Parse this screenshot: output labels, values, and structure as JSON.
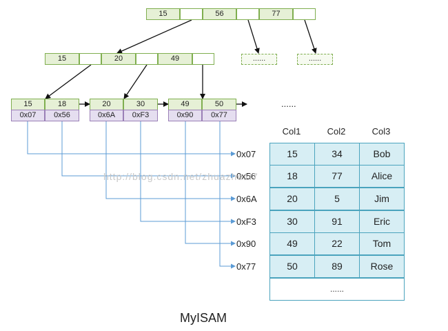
{
  "root": {
    "keys": [
      "15",
      "56",
      "77"
    ]
  },
  "level2": {
    "keys": [
      "15",
      "20",
      "49"
    ]
  },
  "placeholders": [
    "......",
    "......"
  ],
  "leaves": [
    {
      "keys": [
        "15",
        "18"
      ],
      "addrs": [
        "0x07",
        "0x56"
      ]
    },
    {
      "keys": [
        "20",
        "30"
      ],
      "addrs": [
        "0x6A",
        "0xF3"
      ]
    },
    {
      "keys": [
        "49",
        "50"
      ],
      "addrs": [
        "0x90",
        "0x77"
      ]
    }
  ],
  "leaf_ellipsis": "......",
  "row_addresses": [
    "0x07",
    "0x56",
    "0x6A",
    "0xF3",
    "0x90",
    "0x77"
  ],
  "table": {
    "headers": [
      "Col1",
      "Col2",
      "Col3"
    ],
    "rows": [
      [
        "15",
        "34",
        "Bob"
      ],
      [
        "18",
        "77",
        "Alice"
      ],
      [
        "20",
        "5",
        "Jim"
      ],
      [
        "30",
        "91",
        "Eric"
      ],
      [
        "49",
        "22",
        "Tom"
      ],
      [
        "50",
        "89",
        "Rose"
      ]
    ],
    "footer": "......"
  },
  "caption": "MyISAM",
  "watermark": "http://blog.csdn.net/zhuazhe1l7",
  "colors": {
    "node_fill": "#e6f0d6",
    "node_border": "#7fae4f",
    "addr_fill": "#e5def0",
    "table_fill": "#d7eef4",
    "table_border": "#4aa3bd",
    "link_line": "#5b9bd5"
  }
}
